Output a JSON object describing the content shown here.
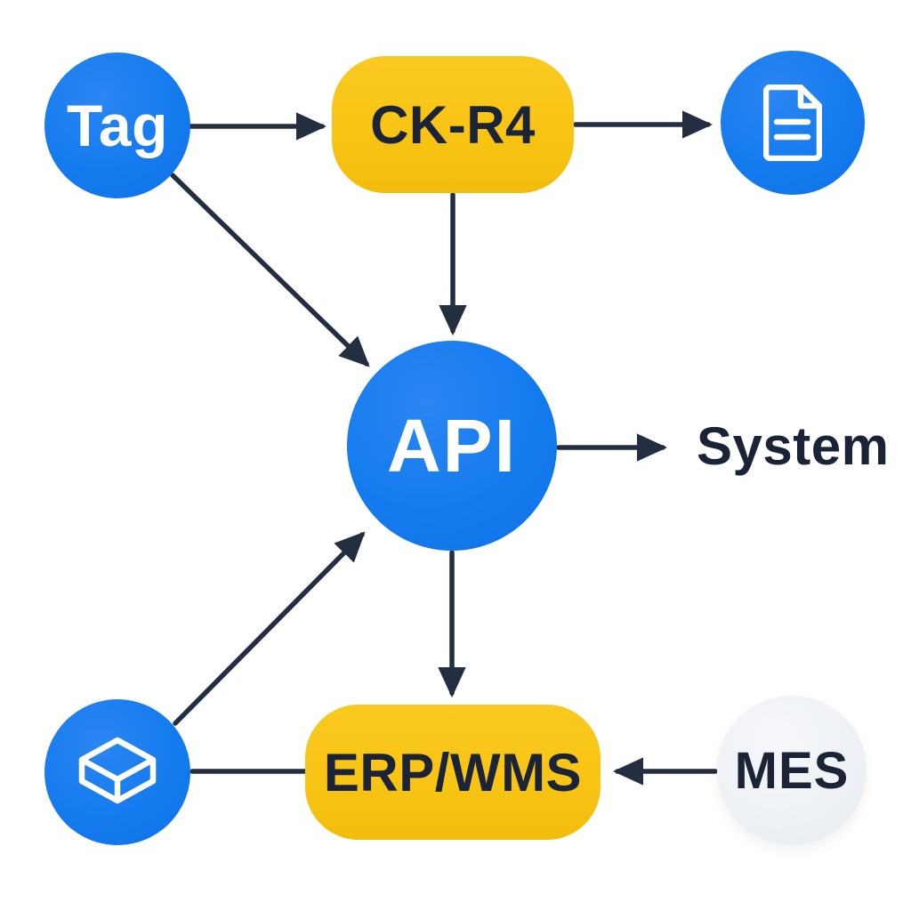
{
  "diagram": {
    "background": "#ffffff",
    "colors": {
      "node_blue": "#147bef",
      "node_yellow": "#f8c414",
      "node_gray": "#edf0f4",
      "connector": "#232e41",
      "text_dark": "#1b2436",
      "text_light": "#ffffff"
    },
    "nodes": {
      "tag": {
        "shape": "circle",
        "fill": "blue",
        "label": "Tag"
      },
      "ck_r4": {
        "shape": "pill",
        "fill": "yellow",
        "label": "CK-R4"
      },
      "document": {
        "shape": "circle",
        "fill": "blue",
        "icon": "document-icon"
      },
      "api": {
        "shape": "circle",
        "fill": "blue",
        "label": "API"
      },
      "system": {
        "shape": "text",
        "label": "System"
      },
      "package": {
        "shape": "circle",
        "fill": "blue",
        "icon": "package-icon"
      },
      "erp_wms": {
        "shape": "pill",
        "fill": "yellow",
        "label": "ERP/WMS"
      },
      "mes": {
        "shape": "circle",
        "fill": "gray",
        "label": "MES"
      }
    },
    "edges": [
      {
        "from": "tag",
        "to": "ck_r4",
        "arrowhead": true
      },
      {
        "from": "ck_r4",
        "to": "document",
        "arrowhead": true
      },
      {
        "from": "ck_r4",
        "to": "api",
        "arrowhead": true
      },
      {
        "from": "tag",
        "to": "api",
        "arrowhead": true
      },
      {
        "from": "api",
        "to": "system",
        "arrowhead": true
      },
      {
        "from": "package",
        "to": "api",
        "arrowhead": true
      },
      {
        "from": "api",
        "to": "erp_wms",
        "arrowhead": true
      },
      {
        "from": "mes",
        "to": "erp_wms",
        "arrowhead": true
      },
      {
        "from": "package",
        "to": "erp_wms",
        "arrowhead": false
      }
    ]
  }
}
